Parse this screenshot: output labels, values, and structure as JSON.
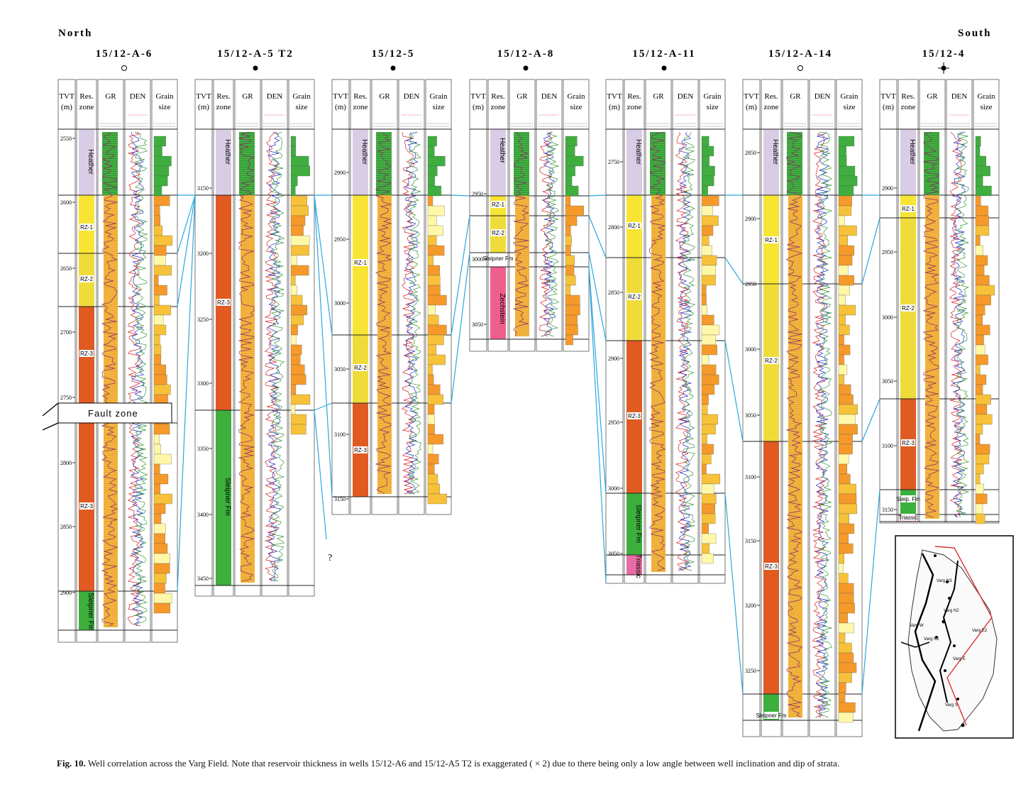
{
  "figure": {
    "north_label": "North",
    "south_label": "South",
    "column_headers": {
      "tvt": "TVT",
      "tvt_unit": "(m)",
      "res": "Res.",
      "zone": "zone",
      "gr": "GR",
      "den": "DEN",
      "grain1": "Grain",
      "grain2": "size"
    },
    "fault_zone_label": "Fault zone",
    "question_mark": "?",
    "wells": [
      {
        "name": "15/12-A-6",
        "symbol": "open-circle",
        "depths": [
          "2550",
          "2600",
          "2650",
          "2700",
          "2750",
          "2800",
          "2850",
          "2900"
        ],
        "zones": [
          "Heather",
          "RZ-1",
          "RZ-2",
          "RZ-3",
          "RZ-3",
          "Sleipner Fm"
        ]
      },
      {
        "name": "15/12-A-5 T2",
        "symbol": "filled-circle",
        "depths": [
          "3150",
          "3200",
          "3250",
          "3300",
          "3350",
          "3400",
          "3450"
        ],
        "zones": [
          "Heather",
          "RZ-3",
          "Sleipner Fm"
        ]
      },
      {
        "name": "15/12-5",
        "symbol": "filled-circle",
        "depths": [
          "2900",
          "2950",
          "3000",
          "3050",
          "3100",
          "3150"
        ],
        "zones": [
          "Heather",
          "RZ-1",
          "RZ-2",
          "RZ-3"
        ]
      },
      {
        "name": "15/12-A-8",
        "symbol": "filled-circle",
        "depths": [
          "2950",
          "3000",
          "3050"
        ],
        "zones": [
          "Heather",
          "RZ-1",
          "RZ-2",
          "Sleipner Fm",
          "Zechstein"
        ]
      },
      {
        "name": "15/12-A-11",
        "symbol": "filled-circle",
        "depths": [
          "2750",
          "2800",
          "2850",
          "2900",
          "2950",
          "3000",
          "3050"
        ],
        "zones": [
          "Heather",
          "RZ-1",
          "RZ-2",
          "RZ-3",
          "Sleipner Fm",
          "Triassic"
        ]
      },
      {
        "name": "15/12-A-14",
        "symbol": "open-circle",
        "depths": [
          "2850",
          "2900",
          "2950",
          "3000",
          "3050",
          "3100",
          "3150",
          "3200",
          "3250"
        ],
        "zones": [
          "Heather",
          "RZ-1",
          "RZ-2",
          "RZ-3",
          "Sleipner Fm"
        ]
      },
      {
        "name": "15/12-4",
        "symbol": "crossed-circle",
        "depths": [
          "2900",
          "2950",
          "3000",
          "3050",
          "3100",
          "3150"
        ],
        "zones": [
          "Heather",
          "RZ-1",
          "RZ-2",
          "RZ-3",
          "Sleip. Fm",
          "Triassic"
        ]
      }
    ],
    "map": {
      "labels": [
        "Varg W",
        "Varg N2",
        "Varg N3",
        "Varg N1",
        "Varg E2",
        "Varg E",
        "Varg S"
      ]
    },
    "colors": {
      "heather": "#d9cde6",
      "rz1": "#f7e433",
      "rz2": "#efdc3a",
      "rz3": "#e05a22",
      "sleipner": "#3caf3c",
      "zechstein": "#ee5f8c",
      "triassic": "#e86ba3",
      "correlation": "#2aa7e0",
      "gr_fill": "#f2a43a",
      "gr_green": "#3fae3f"
    }
  },
  "caption": {
    "label": "Fig. 10.",
    "text": " Well correlation across the Varg Field. Note that reservoir thickness in wells 15/12-A6 and 15/12-A5 T2 is exaggerated ( × 2) due to there being only a low angle between well inclination and dip of strata."
  }
}
